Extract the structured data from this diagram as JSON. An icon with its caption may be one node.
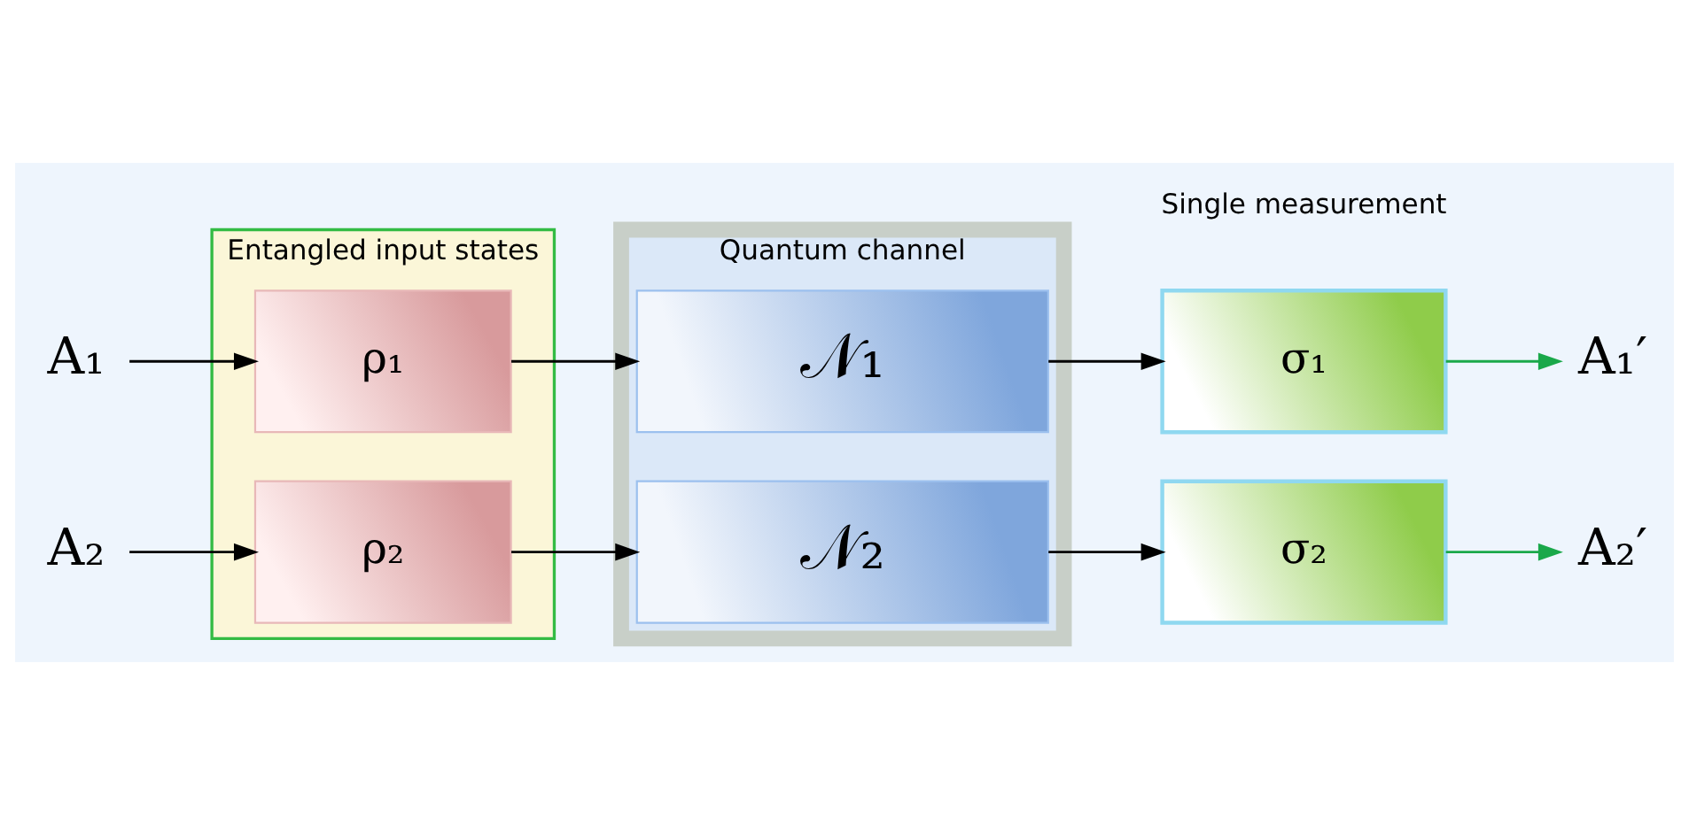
{
  "diagram": {
    "nodes": [
      {
        "text": [
          "A₁"
        ]
      },
      {
        "text": [
          "A₂"
        ]
      },
      {
        "text": [
          "Entangled input states"
        ]
      },
      {
        "text": [
          "ρ₁"
        ],
        "in": 2
      },
      {
        "text": [
          "ρ₂"
        ],
        "in": 2
      },
      {
        "text": [
          "Quantum channel"
        ]
      },
      {
        "text": [
          "𝒩₁"
        ],
        "in": 5
      },
      {
        "text": [
          "𝒩₂"
        ],
        "in": 5
      },
      {
        "text": [
          "σ₁"
        ]
      },
      {
        "text": [
          "σ₂"
        ]
      },
      {
        "text": [
          "A₁′"
        ]
      },
      {
        "text": [
          "A₂′"
        ]
      }
    ],
    "edges": [
      {
        "from": 0,
        "to": 3,
        "arrow": "to"
      },
      {
        "from": 1,
        "to": 4,
        "arrow": "to"
      },
      {
        "from": 3,
        "to": 6,
        "arrow": "to"
      },
      {
        "from": 4,
        "to": 7,
        "arrow": "to"
      },
      {
        "from": 6,
        "to": 8,
        "arrow": "to"
      },
      {
        "from": 7,
        "to": 9,
        "arrow": "to"
      },
      {
        "from": 8,
        "to": 10,
        "arrow": "to",
        "color": "#1aa84a"
      },
      {
        "from": 9,
        "to": 11,
        "arrow": "to",
        "color": "#1aa84a"
      }
    ],
    "labels": [
      "Single measurement"
    ]
  }
}
